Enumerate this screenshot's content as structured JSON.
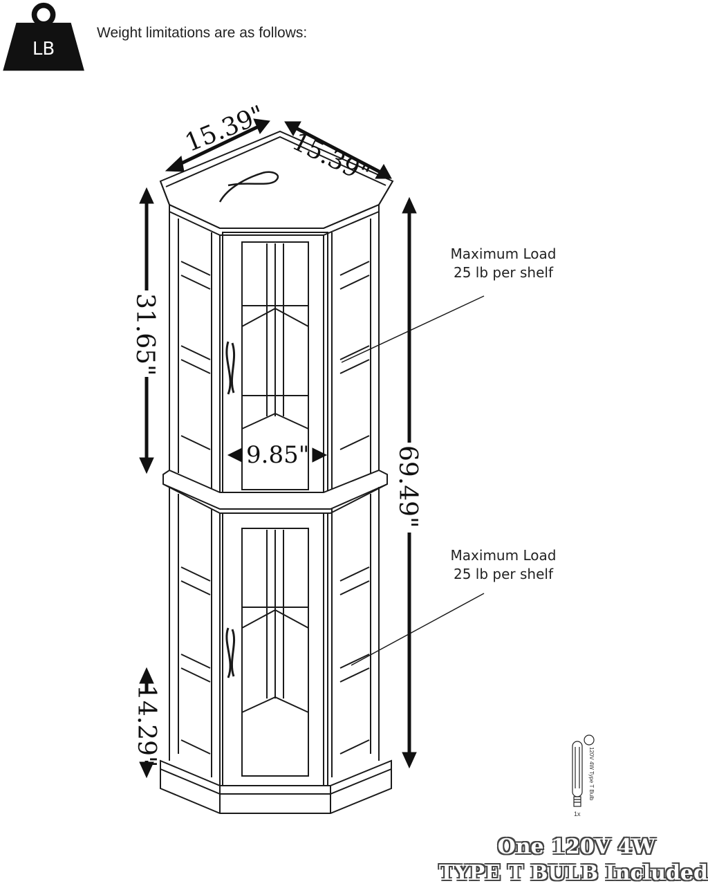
{
  "weight_badge": {
    "icon": "weight-lb-icon",
    "label": "LB"
  },
  "intro_text": "Weight limitations are as follows:",
  "dimensions": {
    "top_left_width": "15.39\"",
    "top_right_width": "15.39\"",
    "upper_height": "31.65\"",
    "total_height": "69.49\"",
    "inner_width": "9.85\"",
    "base_height": "14.29\""
  },
  "shelf_load_upper": {
    "line1": "Maximum Load",
    "line2": "25 lb per shelf"
  },
  "shelf_load_lower": {
    "line1": "Maximum Load",
    "line2": "25 lb per shelf"
  },
  "bulb": {
    "icon": "light-bulb-icon",
    "spec_text": "120V 4W Type T Bulb",
    "quantity": "1x",
    "headline_line1": "One 120V 4W",
    "headline_line2": "TYPE T BULB Included"
  }
}
